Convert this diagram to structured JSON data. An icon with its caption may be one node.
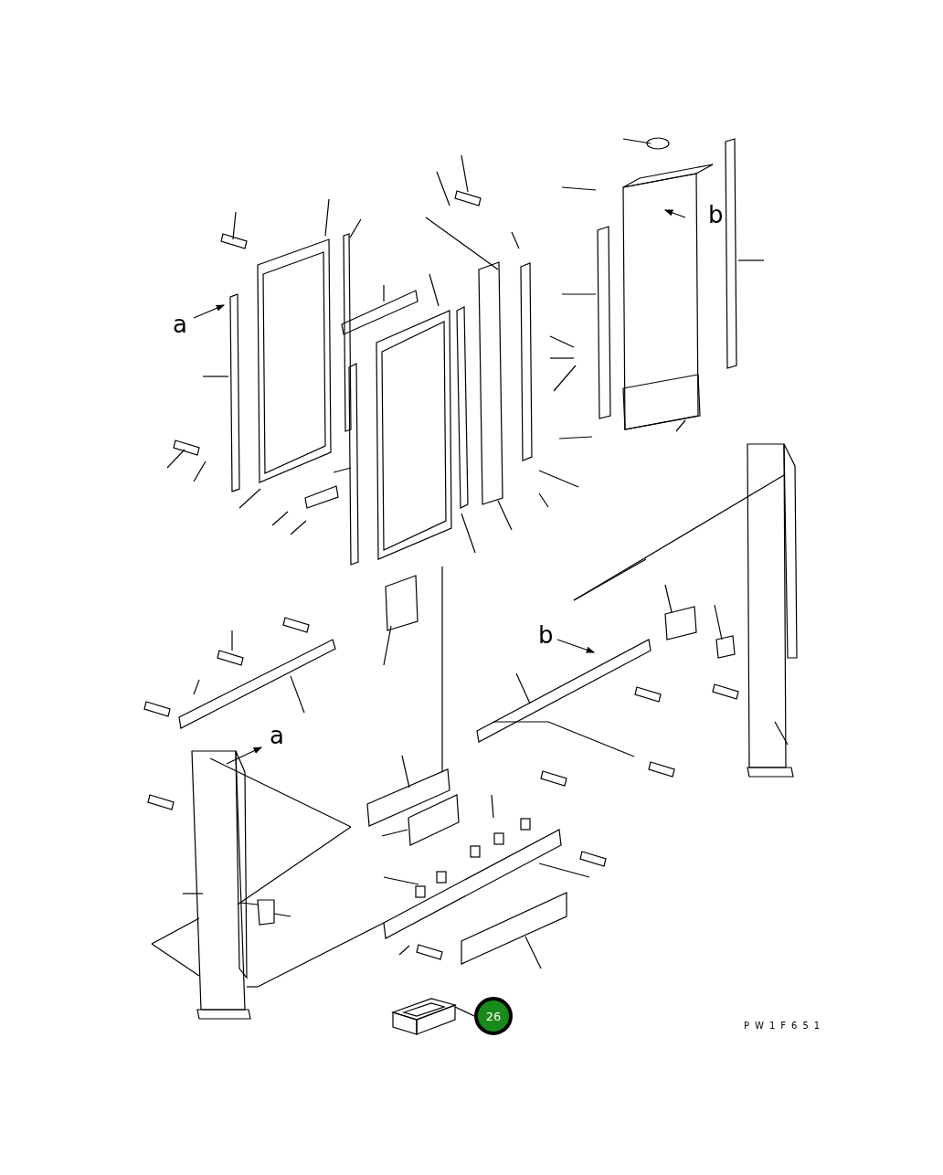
{
  "diagram": {
    "nodes": [
      {
        "text": [],
        "shape": "picture"
      },
      {
        "text": [
          "26"
        ]
      }
    ],
    "edges": [
      {
        "from": 1,
        "to": 0,
        "arrow": "none"
      }
    ],
    "labels": [
      "b",
      "a",
      "b",
      "a",
      "PW1F651"
    ]
  }
}
